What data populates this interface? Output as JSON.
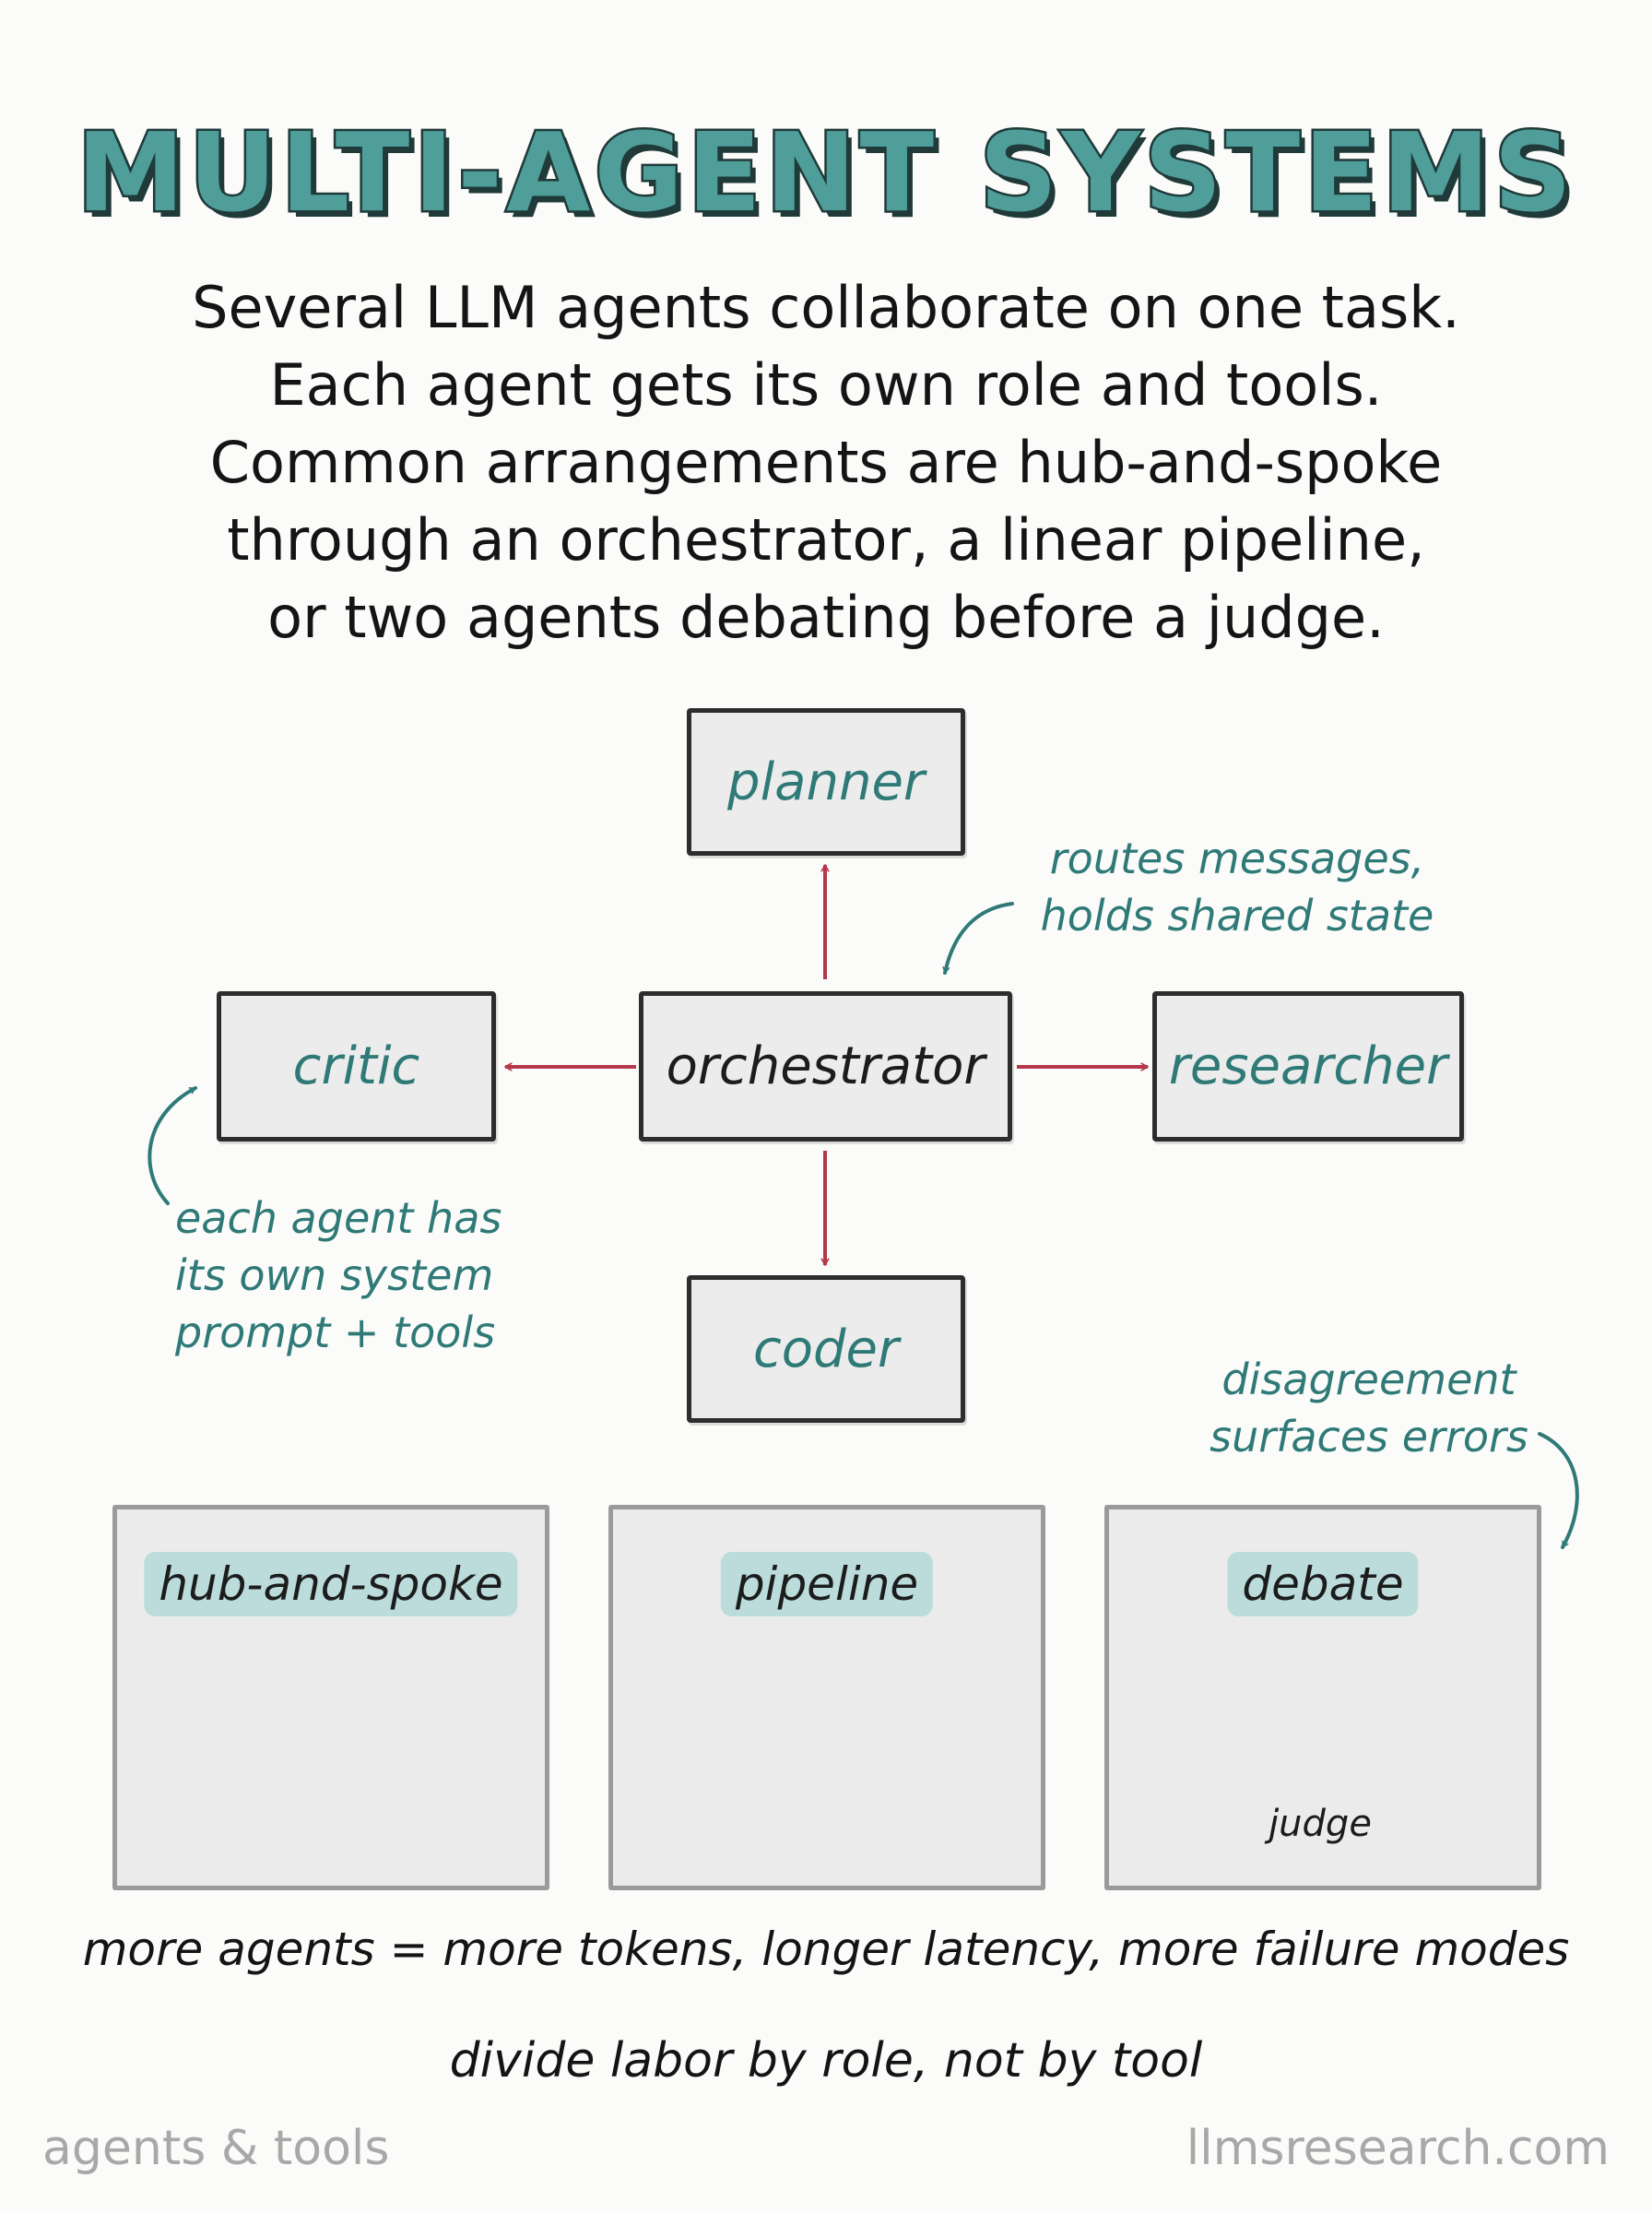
{
  "title": "MULTI-AGENT SYSTEMS",
  "intro": [
    "Several LLM agents collaborate on one task.",
    "Each agent gets its own role and tools.",
    "Common arrangements are hub-and-spoke",
    "through an orchestrator, a linear pipeline,",
    "or two agents debating before a judge."
  ],
  "diagram": {
    "planner": "planner",
    "critic": "critic",
    "orchestrator": "orchestrator",
    "researcher": "researcher",
    "coder": "coder",
    "note_routes": [
      "routes messages,",
      "holds shared state"
    ],
    "note_agents": [
      "each agent has",
      "its own system",
      "prompt + tools"
    ],
    "note_disagreement": [
      "disagreement",
      "surfaces errors"
    ]
  },
  "patterns": {
    "hub": "hub-and-spoke",
    "pipeline": "pipeline",
    "debate": "debate",
    "judge": "judge"
  },
  "footer": {
    "tradeoff": "more agents = more tokens, longer latency, more failure modes",
    "advice": "divide labor by role, not by tool"
  },
  "corners": {
    "left": "agents & tools",
    "right": "llmsresearch.com"
  },
  "colors": {
    "teal": "#2f7a77",
    "title_teal": "#4f9e9a",
    "arrow_red": "#b5384a",
    "box_fill": "#ececec"
  }
}
